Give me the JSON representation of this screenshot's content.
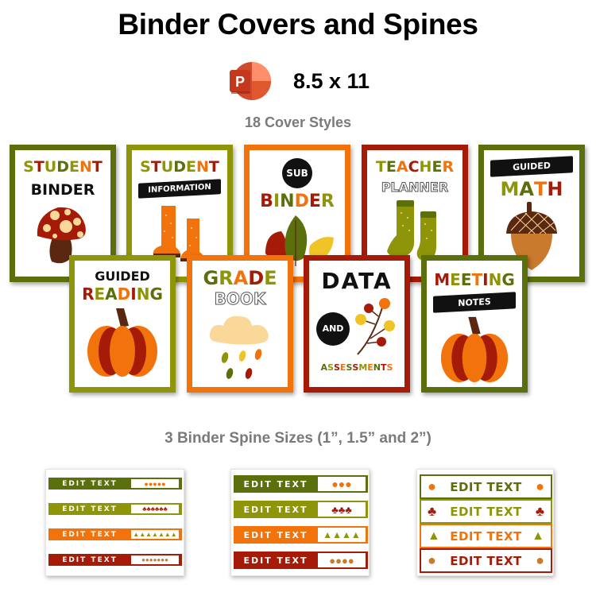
{
  "header": {
    "title": "Binder Covers and Spines",
    "format_icon": "powerpoint-icon",
    "format_text": "8.5 x 11"
  },
  "covers_section": {
    "label": "18 Cover Styles",
    "covers": [
      {
        "id": "student-binder",
        "line1": "STUDENT",
        "line2": "BINDER",
        "art": "mushroom-icon",
        "border": "#5c6f0d"
      },
      {
        "id": "student-information",
        "line1": "STUDENT",
        "line2": "INFORMATION",
        "art": "rain-boots-icon",
        "border": "#8f9508"
      },
      {
        "id": "sub-binder",
        "line1": "SUB",
        "line2": "BINDER",
        "art": "autumn-leaves-icon",
        "border": "#f2720c"
      },
      {
        "id": "teacher-planner",
        "line1": "TEACHER",
        "line2": "PLANNER",
        "art": "socks-icon",
        "border": "#a51b07"
      },
      {
        "id": "guided-math",
        "line1": "GUIDED",
        "line2": "MATH",
        "art": "acorn-icon",
        "border": "#5c6f0d"
      },
      {
        "id": "guided-reading",
        "line1": "GUIDED",
        "line2": "READING",
        "art": "pumpkin-icon",
        "border": "#8f9508"
      },
      {
        "id": "grade-book",
        "line1": "GRADE",
        "line2": "BOOK",
        "art": "rain-cloud-icon",
        "border": "#f2720c"
      },
      {
        "id": "data-assessments",
        "line1": "DATA",
        "line2": "AND",
        "line3": "ASSESSMENTS",
        "art": "berry-branch-icon",
        "border": "#a51b07"
      },
      {
        "id": "meeting-notes",
        "line1": "MEETING",
        "line2": "NOTES",
        "art": "pumpkin-icon",
        "border": "#5c6f0d"
      }
    ]
  },
  "spines_section": {
    "label": "3 Binder Spine Sizes (1”, 1.5” and 2”)",
    "sizes": [
      {
        "size": "1\"",
        "bars": [
          {
            "text": "EDIT TEXT",
            "color": "#5c6f0d",
            "icon": "pumpkin-icon",
            "count": 5
          },
          {
            "text": "EDIT TEXT",
            "color": "#8f9508",
            "icon": "mushroom-icon",
            "count": 6
          },
          {
            "text": "EDIT TEXT",
            "color": "#f2720c",
            "icon": "pear-icon",
            "count": 7
          },
          {
            "text": "EDIT TEXT",
            "color": "#a51b07",
            "icon": "acorn-icon",
            "count": 7
          }
        ]
      },
      {
        "size": "1.5\"",
        "bars": [
          {
            "text": "EDIT TEXT",
            "color": "#5c6f0d",
            "icon": "pumpkin-icon",
            "count": 3
          },
          {
            "text": "EDIT TEXT",
            "color": "#8f9508",
            "icon": "mushroom-icon",
            "count": 3
          },
          {
            "text": "EDIT TEXT",
            "color": "#f2720c",
            "icon": "pear-icon",
            "count": 4
          },
          {
            "text": "EDIT TEXT",
            "color": "#a51b07",
            "icon": "acorn-icon",
            "count": 4
          }
        ]
      },
      {
        "size": "2\"",
        "bars": [
          {
            "text": "EDIT TEXT",
            "color": "#5c6f0d",
            "icon": "pumpkin-icon",
            "count": 2
          },
          {
            "text": "EDIT TEXT",
            "color": "#8f9508",
            "icon": "mushroom-icon",
            "count": 2
          },
          {
            "text": "EDIT TEXT",
            "color": "#f2720c",
            "icon": "pear-icon",
            "count": 2
          },
          {
            "text": "EDIT TEXT",
            "color": "#a51b07",
            "icon": "acorn-icon",
            "count": 2
          }
        ]
      }
    ]
  },
  "palette": {
    "dark_green": "#5c6f0d",
    "olive": "#8f9508",
    "orange": "#f2720c",
    "red": "#a51b07",
    "brown": "#5a2810",
    "cream": "#f9d89a",
    "yellow": "#f0c327",
    "gray_label": "#7a7a7a"
  }
}
